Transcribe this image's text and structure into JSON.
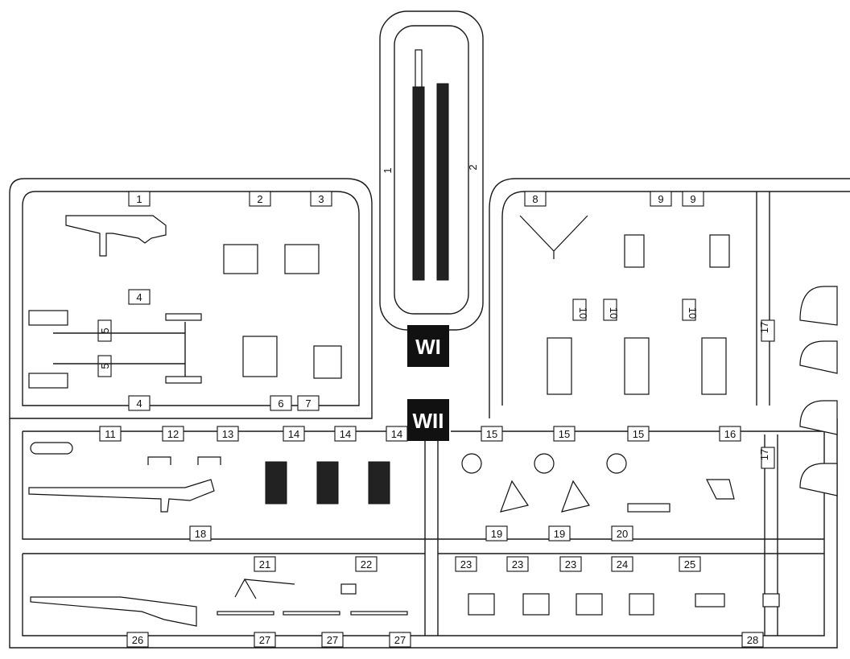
{
  "sprue_codes": {
    "upper": "WI",
    "lower": "WII"
  },
  "part_numbers": {
    "belt_1": "1",
    "belt_2": "2",
    "mp40": "1",
    "mag_pouch_a": "2",
    "mag_pouch_b": "3",
    "link_4_top": "4",
    "link_4_bottom": "4",
    "link_5_top": "5",
    "link_5_bottom": "5",
    "ammo_box_6": "6",
    "ammo_box_7": "7",
    "bipod_8": "8",
    "pouch_9_a": "9",
    "pouch_9_b": "9",
    "mg_mount_10_a": "10",
    "mg_mount_10_b": "10",
    "mg_mount_10_c": "10",
    "barrel_case_11": "11",
    "clip_12": "12",
    "clip_13": "13",
    "canister_14_a": "14",
    "canister_14_b": "14",
    "canister_14_c": "14",
    "drum_15_a": "15",
    "drum_15_b": "15",
    "drum_15_c": "15",
    "holster_16": "16",
    "helmet_17_a": "17",
    "helmet_17_b": "17",
    "mg34_18": "18",
    "sling_19_a": "19",
    "sling_19_b": "19",
    "grip_20": "20",
    "bipod_21": "21",
    "sight_22": "22",
    "box_23_a": "23",
    "box_23_b": "23",
    "box_23_c": "23",
    "box_24": "24",
    "binoculars_25": "25",
    "rifle_26": "26",
    "bayonet_27_a": "27",
    "bayonet_27_b": "27",
    "bayonet_27_c": "27",
    "binoculars_28": "28"
  }
}
